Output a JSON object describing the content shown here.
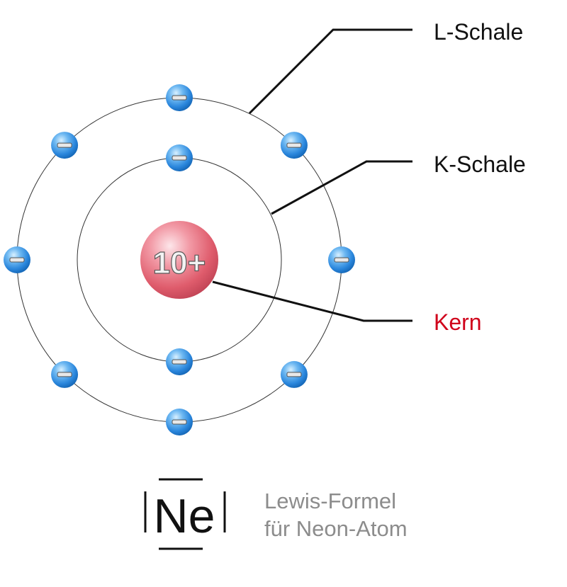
{
  "atom": {
    "nucleus_charge": "10+",
    "electron_sign": "−",
    "shells": [
      {
        "name": "K-Schale",
        "electrons": 2
      },
      {
        "name": "L-Schale",
        "electrons": 8
      }
    ]
  },
  "labels": {
    "l_shell": "L-Schale",
    "k_shell": "K-Schale",
    "nucleus": "Kern"
  },
  "lewis": {
    "symbol": "Ne",
    "caption_line1": "Lewis-Formel",
    "caption_line2": "für Neon-Atom"
  },
  "colors": {
    "electron": "#2f8fe0",
    "nucleus": "#e06070",
    "kern_label": "#d0021b",
    "caption": "#8c8c8c"
  }
}
